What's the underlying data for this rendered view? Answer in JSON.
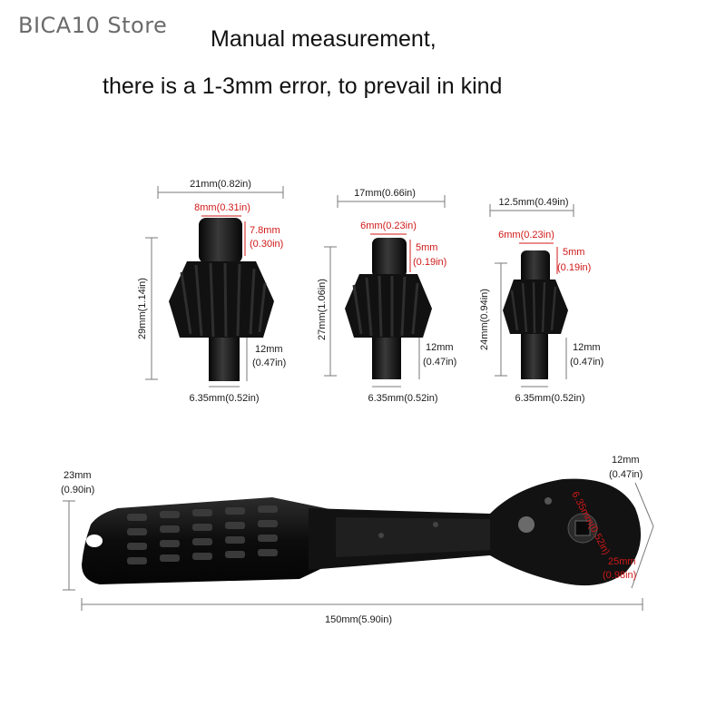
{
  "store_name": "BICA10 Store",
  "heading": {
    "line1": "Manual measurement,",
    "line2": "there is a 1-3mm error, to prevail in kind"
  },
  "colors": {
    "text": "#111111",
    "store": "#6b6b6b",
    "dimension": "#1a1a1a",
    "accent": "#d01818",
    "tool": "#141414"
  },
  "sockets": {
    "large": {
      "width": "21mm(0.82in)",
      "top_width": "8mm(0.31in)",
      "top_height_mm": "7.8mm",
      "top_height_in": "(0.30in)",
      "height": "29mm(1.14in)",
      "shank_mm": "12mm",
      "shank_in": "(0.47in)",
      "drive": "6.35mm(0.52in)"
    },
    "medium": {
      "width": "17mm(0.66in)",
      "top_width": "6mm(0.23in)",
      "top_height_mm": "5mm",
      "top_height_in": "(0.19in)",
      "height": "27mm(1.06in)",
      "shank_mm": "12mm",
      "shank_in": "(0.47in)",
      "drive": "6.35mm(0.52in)"
    },
    "small": {
      "width": "12.5mm(0.49in)",
      "top_width": "6mm(0.23in)",
      "top_height_mm": "5mm",
      "top_height_in": "(0.19in)",
      "height": "24mm(0.94in)",
      "shank_mm": "12mm",
      "shank_in": "(0.47in)",
      "drive": "6.35mm(0.52in)"
    }
  },
  "wrench": {
    "handle_height_mm": "23mm",
    "handle_height_in": "(0.90in)",
    "head_thickness_mm": "12mm",
    "head_thickness_in": "(0.47in)",
    "head_width_mm": "25mm",
    "head_width_in": "(0.98in)",
    "drive_size": "6.35mm(0.52in)",
    "length": "150mm(5.90in)"
  }
}
